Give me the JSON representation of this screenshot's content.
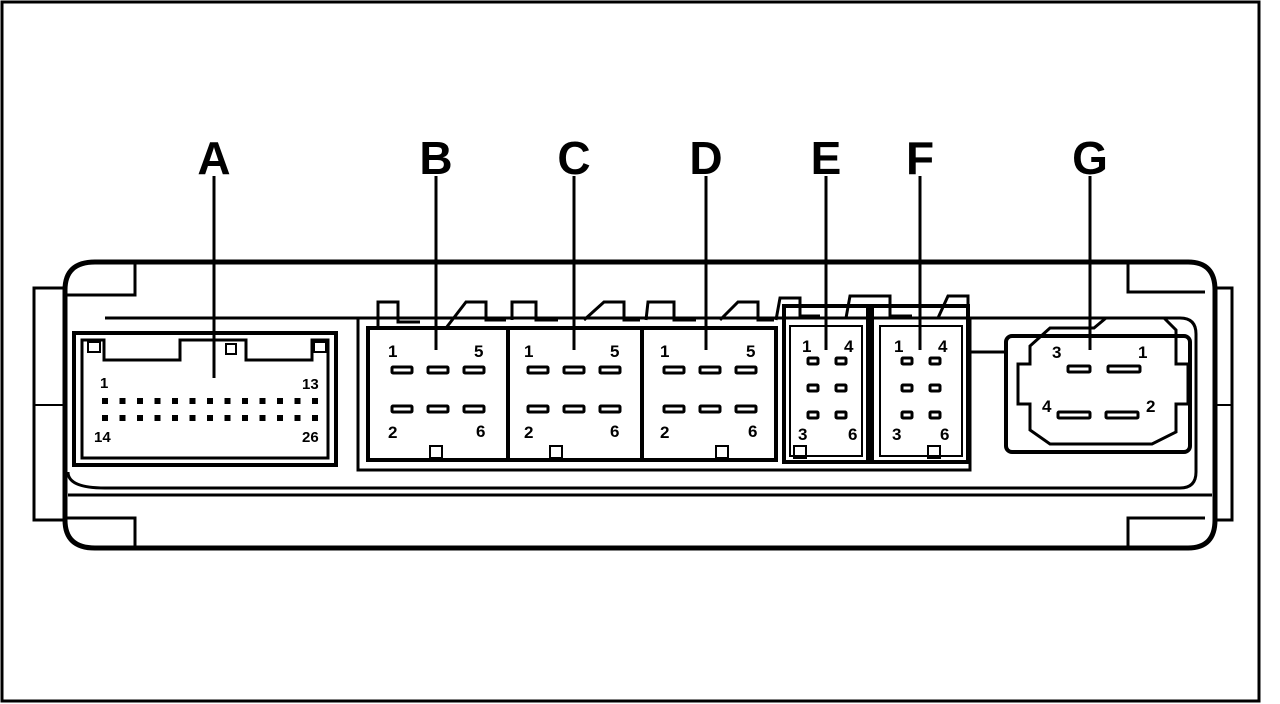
{
  "diagram": {
    "connectors": [
      {
        "id": "A",
        "label": "A",
        "pins": [
          "1",
          "13",
          "14",
          "26"
        ]
      },
      {
        "id": "B",
        "label": "B",
        "pins": [
          "1",
          "5",
          "2",
          "6"
        ]
      },
      {
        "id": "C",
        "label": "C",
        "pins": [
          "1",
          "5",
          "2",
          "6"
        ]
      },
      {
        "id": "D",
        "label": "D",
        "pins": [
          "1",
          "5",
          "2",
          "6"
        ]
      },
      {
        "id": "E",
        "label": "E",
        "pins": [
          "1",
          "4",
          "3",
          "6"
        ]
      },
      {
        "id": "F",
        "label": "F",
        "pins": [
          "1",
          "4",
          "3",
          "6"
        ]
      },
      {
        "id": "G",
        "label": "G",
        "pins": [
          "3",
          "1",
          "4",
          "2"
        ]
      }
    ]
  }
}
